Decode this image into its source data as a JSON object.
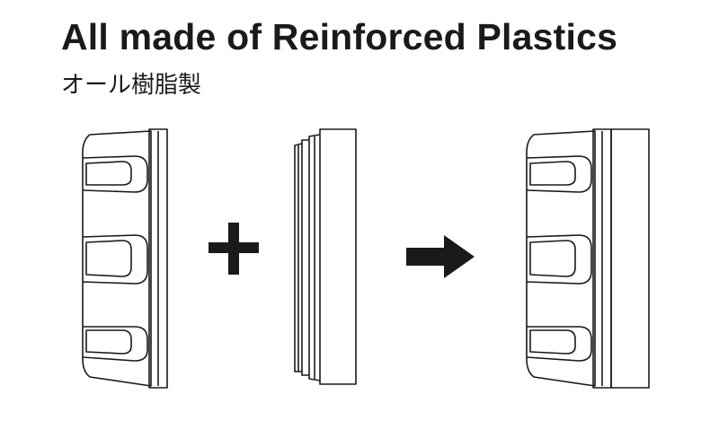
{
  "header": {
    "title": "All made of Reinforced Plastics",
    "subtitle": "オール樹脂製"
  },
  "diagram": {
    "parts": [
      "base-housing",
      "cover-lid",
      "assembled-unit"
    ],
    "operators": [
      "plus-sign",
      "arrow-right"
    ],
    "line_color": "#1a1a1a",
    "fill_color": "#ffffff"
  }
}
